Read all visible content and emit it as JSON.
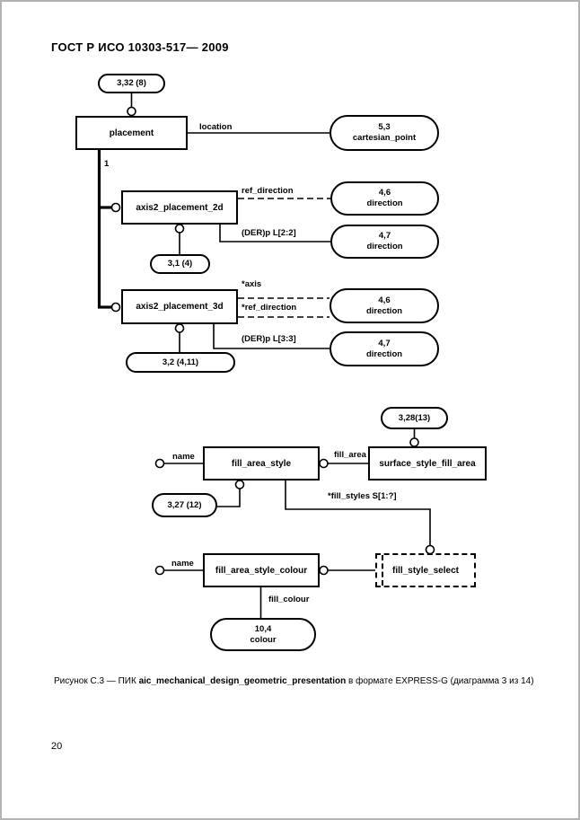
{
  "header": {
    "title": "ГОСТ Р ИСО 10303-517— 2009"
  },
  "footer": {
    "page_number": "20"
  },
  "caption": {
    "prefix": "Рисунок С.3 — ПИК ",
    "entity": "aic_mechanical_design_geometric_presentation",
    "suffix": " в формате EXPRESS-G (диаграмма 3 из 14)"
  },
  "diagram": {
    "boxes": {
      "placement": "placement",
      "axis2_placement_2d": "axis2_placement_2d",
      "axis2_placement_3d": "axis2_placement_3d",
      "fill_area_style": "fill_area_style",
      "surface_style_fill_area": "surface_style_fill_area",
      "fill_area_style_colour": "fill_area_style_colour",
      "fill_style_select": "fill_style_select"
    },
    "ovals": {
      "ref_3_32": "3,32 (8)",
      "cartesian_point": "5,3\ncartesian_point",
      "direction_2d_a": "4,6\ndirection",
      "direction_2d_b": "4,7\ndirection",
      "ref_3_1": "3,1 (4)",
      "direction_3d_a": "4,6\ndirection",
      "direction_3d_b": "4,7\ndirection",
      "ref_3_2": "3,2 (4,11)",
      "ref_3_28": "3,28(13)",
      "ref_3_27": "3,27 (12)",
      "colour": "10,4\ncolour"
    },
    "edge_labels": {
      "location": "location",
      "subtype_count": "1",
      "ref_direction": "ref_direction",
      "der_2d": "(DER)p L[2:2]",
      "axis": "*axis",
      "ref_direction_3d": "*ref_direction",
      "der_3d": "(DER)p L[3:3]",
      "name_style": "name",
      "fill_area": "fill_area",
      "fill_styles": "*fill_styles S[1:?]",
      "name_colour": "name",
      "fill_colour": "fill_colour"
    }
  }
}
